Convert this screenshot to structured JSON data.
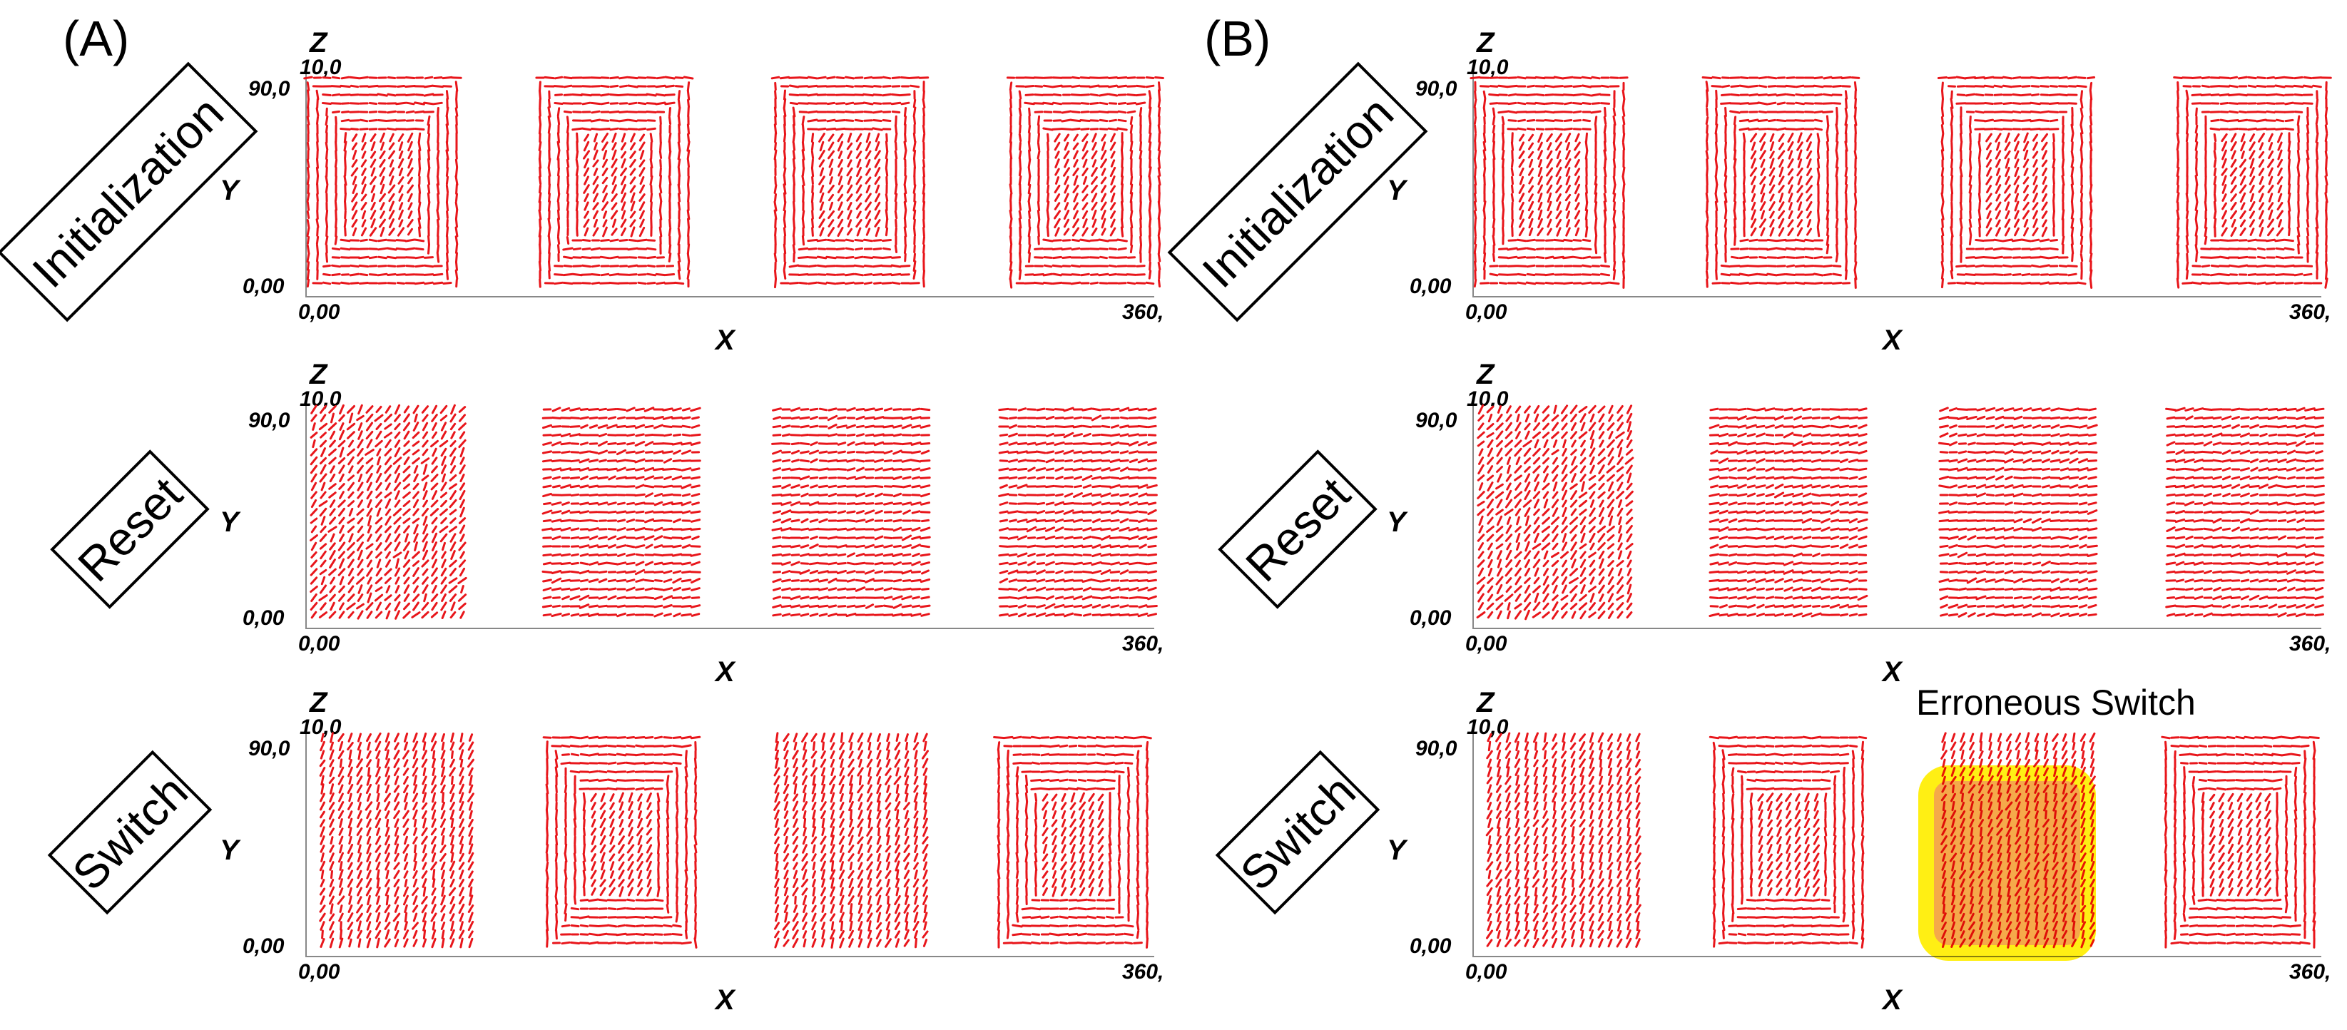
{
  "panel_labels": [
    "(A)",
    "(B)"
  ],
  "stages": [
    "Initialization",
    "Reset",
    "Switch"
  ],
  "axes": {
    "z_label": "Z",
    "y_label": "Y",
    "x_label": "X",
    "z_tick": "10,0",
    "y_max_tick": "90,0",
    "origin_tick": "0,00",
    "x_origin_tick": "0,00",
    "x_max_tick": "360,"
  },
  "vector_color": "#e8161b",
  "highlight": {
    "label": "Erroneous Switch",
    "color": "#ffee00",
    "fill_color": "#f5a23a",
    "panel": "B",
    "stage": "Switch",
    "element_index": 2
  },
  "patterns": {
    "Initialization": [
      "vortex",
      "vortex",
      "vortex",
      "vortex"
    ],
    "Reset": [
      "diagonal",
      "horizontal",
      "horizontal",
      "horizontal"
    ],
    "Switch": [
      "vertical",
      "vortex",
      "vertical",
      "vortex"
    ]
  }
}
